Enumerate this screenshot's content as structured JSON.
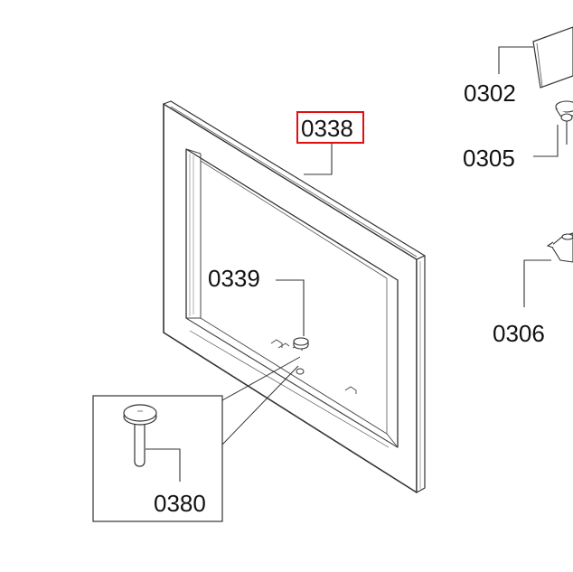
{
  "parts": {
    "p0338": "0338",
    "p0339": "0339",
    "p0380": "0380",
    "p0302": "0302",
    "p0305": "0305",
    "p0306": "0306"
  },
  "highlight_part": "0338",
  "colors": {
    "highlight": "#e01010",
    "line": "#222222",
    "thin_line": "#666666"
  }
}
